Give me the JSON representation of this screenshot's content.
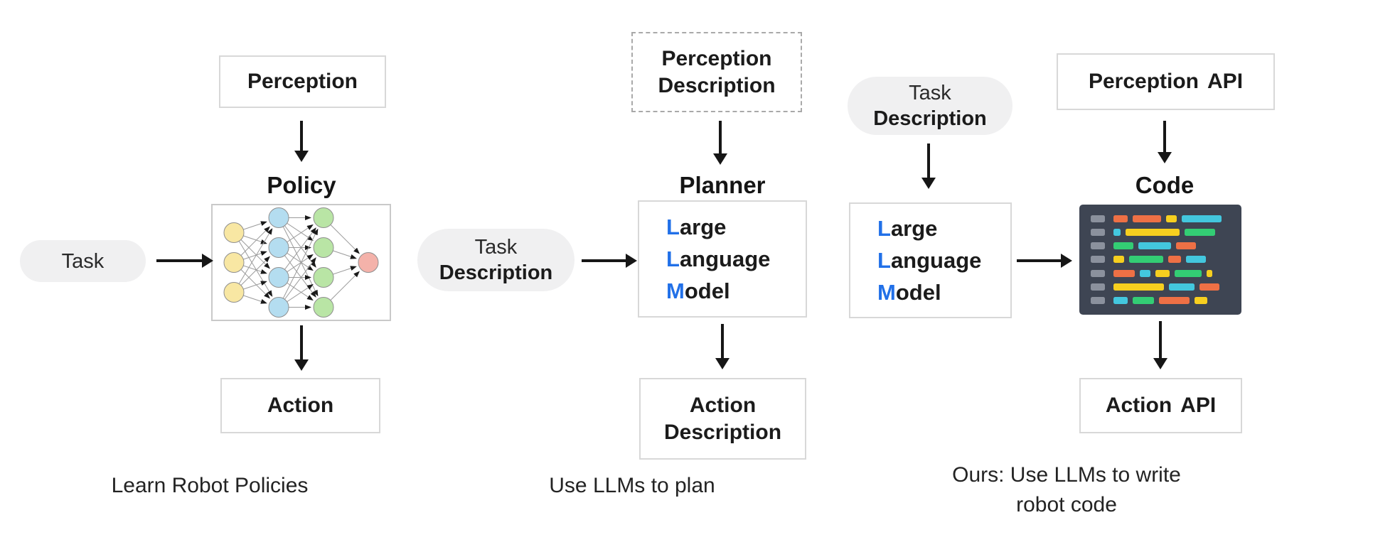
{
  "palette": {
    "green": "#3cd57d",
    "orange": "#f5a41d",
    "blue": "#2170e8",
    "ink": "#1b1b1b",
    "pill-bg": "#f0f0f1",
    "box-border": "#d8d8d8",
    "dash-border": "#a9a9a9",
    "arrow": "#161616",
    "code-bg": "#3e4553",
    "caption": "#232323"
  },
  "col1": {
    "perception_label": "Perception",
    "policy_label": "Policy",
    "task_pill": "Task",
    "action_label": "Action",
    "caption": "Learn Robot Policies"
  },
  "col2": {
    "dashed_box": {
      "line1": "Perception",
      "line2": "Description"
    },
    "planner_label": "Planner",
    "pill": {
      "line1": "Task",
      "line2": "Description"
    },
    "action_box": {
      "line1": "Action",
      "line2": "Description"
    },
    "caption": "Use LLMs to plan"
  },
  "llm": {
    "lines": [
      {
        "first": "L",
        "rest": "arge"
      },
      {
        "first": "L",
        "rest": "anguage"
      },
      {
        "first": "M",
        "rest": "odel"
      }
    ]
  },
  "col3": {
    "pill": {
      "line1": "Task",
      "line2": "Description"
    },
    "perception_api": {
      "part1": "Perception",
      "part2": "API"
    },
    "code_label": "Code",
    "action_api": {
      "part1": "Action",
      "part2": "API"
    },
    "caption_line1": "Ours: Use LLMs to write",
    "caption_line2": "robot code"
  },
  "neural_network": {
    "layers": [
      3,
      4,
      4,
      1
    ],
    "node_colors": [
      "#f8e7a3",
      "#b4ddf0",
      "#b9e5a5",
      "#f4b2aa"
    ],
    "node_stroke": "#8f8f8f",
    "edge_color": "#9b9b9b",
    "arrowhead_color": "#1a1a1a"
  },
  "code_icon": {
    "colors": {
      "gray": "#8b919d",
      "orange": "#ee7045",
      "yellow": "#f6cf1f",
      "cyan": "#43c7de",
      "green": "#33cd74"
    },
    "gutter": {
      "c": "gray",
      "w": 20
    },
    "rows": [
      [
        {
          "c": "orange",
          "w": 20
        },
        {
          "c": "orange",
          "w": 40
        },
        {
          "c": "yellow",
          "w": 15
        },
        {
          "c": "cyan",
          "w": 56
        }
      ],
      [
        {
          "c": "cyan",
          "w": 10
        },
        {
          "c": "yellow",
          "w": 76
        },
        {
          "c": "green",
          "w": 43
        }
      ],
      [
        {
          "c": "green",
          "w": 28
        },
        {
          "c": "cyan",
          "w": 46
        },
        {
          "c": "orange",
          "w": 28
        }
      ],
      [
        {
          "c": "yellow",
          "w": 15
        },
        {
          "c": "green",
          "w": 48
        },
        {
          "c": "orange",
          "w": 18
        },
        {
          "c": "cyan",
          "w": 28
        }
      ],
      [
        {
          "c": "orange",
          "w": 30
        },
        {
          "c": "cyan",
          "w": 15
        },
        {
          "c": "yellow",
          "w": 20
        },
        {
          "c": "green",
          "w": 38
        },
        {
          "c": "yellow",
          "w": 8
        }
      ],
      [
        {
          "c": "yellow",
          "w": 71
        },
        {
          "c": "cyan",
          "w": 36
        },
        {
          "c": "orange",
          "w": 28
        }
      ],
      [
        {
          "c": "cyan",
          "w": 20
        },
        {
          "c": "green",
          "w": 30
        },
        {
          "c": "orange",
          "w": 43
        },
        {
          "c": "yellow",
          "w": 18
        }
      ]
    ]
  }
}
